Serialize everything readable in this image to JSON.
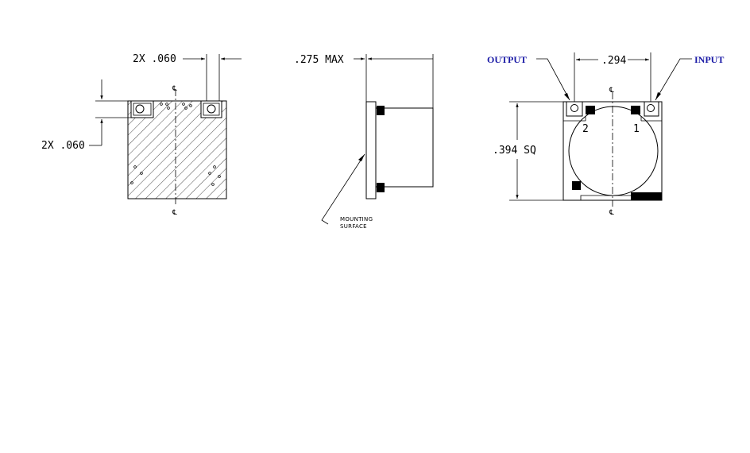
{
  "front_view": {
    "lead_width_dim": "2X .060",
    "lead_height_dim": "2X .060",
    "centerline_top": "℄",
    "centerline_bottom": "℄"
  },
  "side_view": {
    "height_dim": ".275 MAX",
    "mounting_label_line1": "MOUNTING",
    "mounting_label_line2": "SURFACE"
  },
  "top_view": {
    "output_label": "OUTPUT",
    "input_label": "INPUT",
    "pitch_dim": ".294",
    "size_dim": ".394 SQ",
    "pin2_label": "2",
    "pin1_label": "1",
    "centerline_top": "℄",
    "centerline_bottom": "℄"
  },
  "colors": {
    "label_blue": "#1a1aa6",
    "line": "#000000"
  }
}
